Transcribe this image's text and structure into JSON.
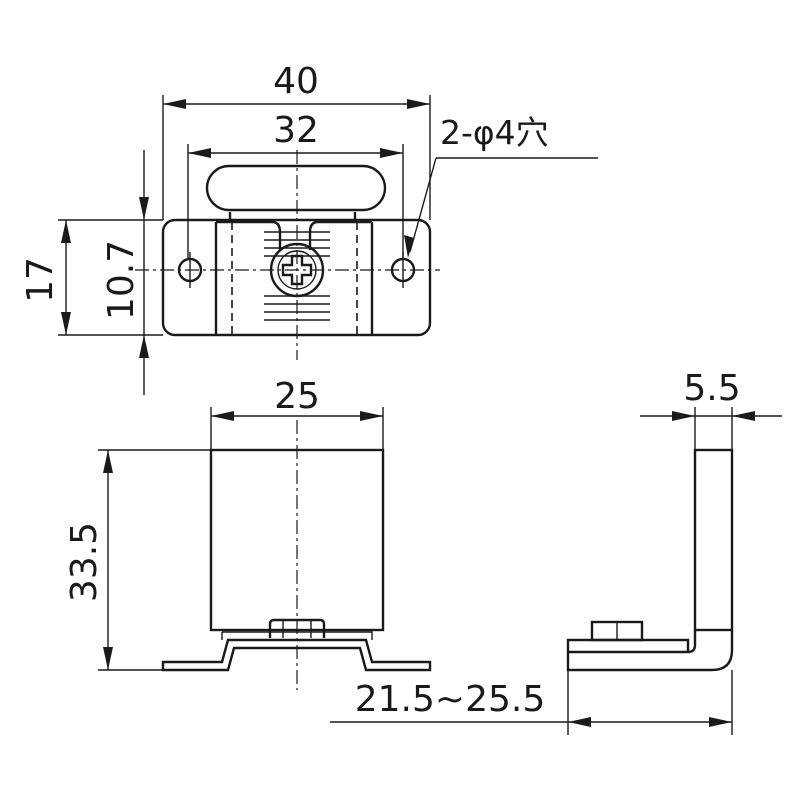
{
  "dimensions": {
    "top_width_outer": "40",
    "top_width_holes": "32",
    "hole_note": "2-φ4穴",
    "height_total": "17",
    "height_holes": "10.7",
    "front_width": "25",
    "front_height": "33.5",
    "side_thickness": "5.5",
    "side_range": "21.5~25.5"
  }
}
